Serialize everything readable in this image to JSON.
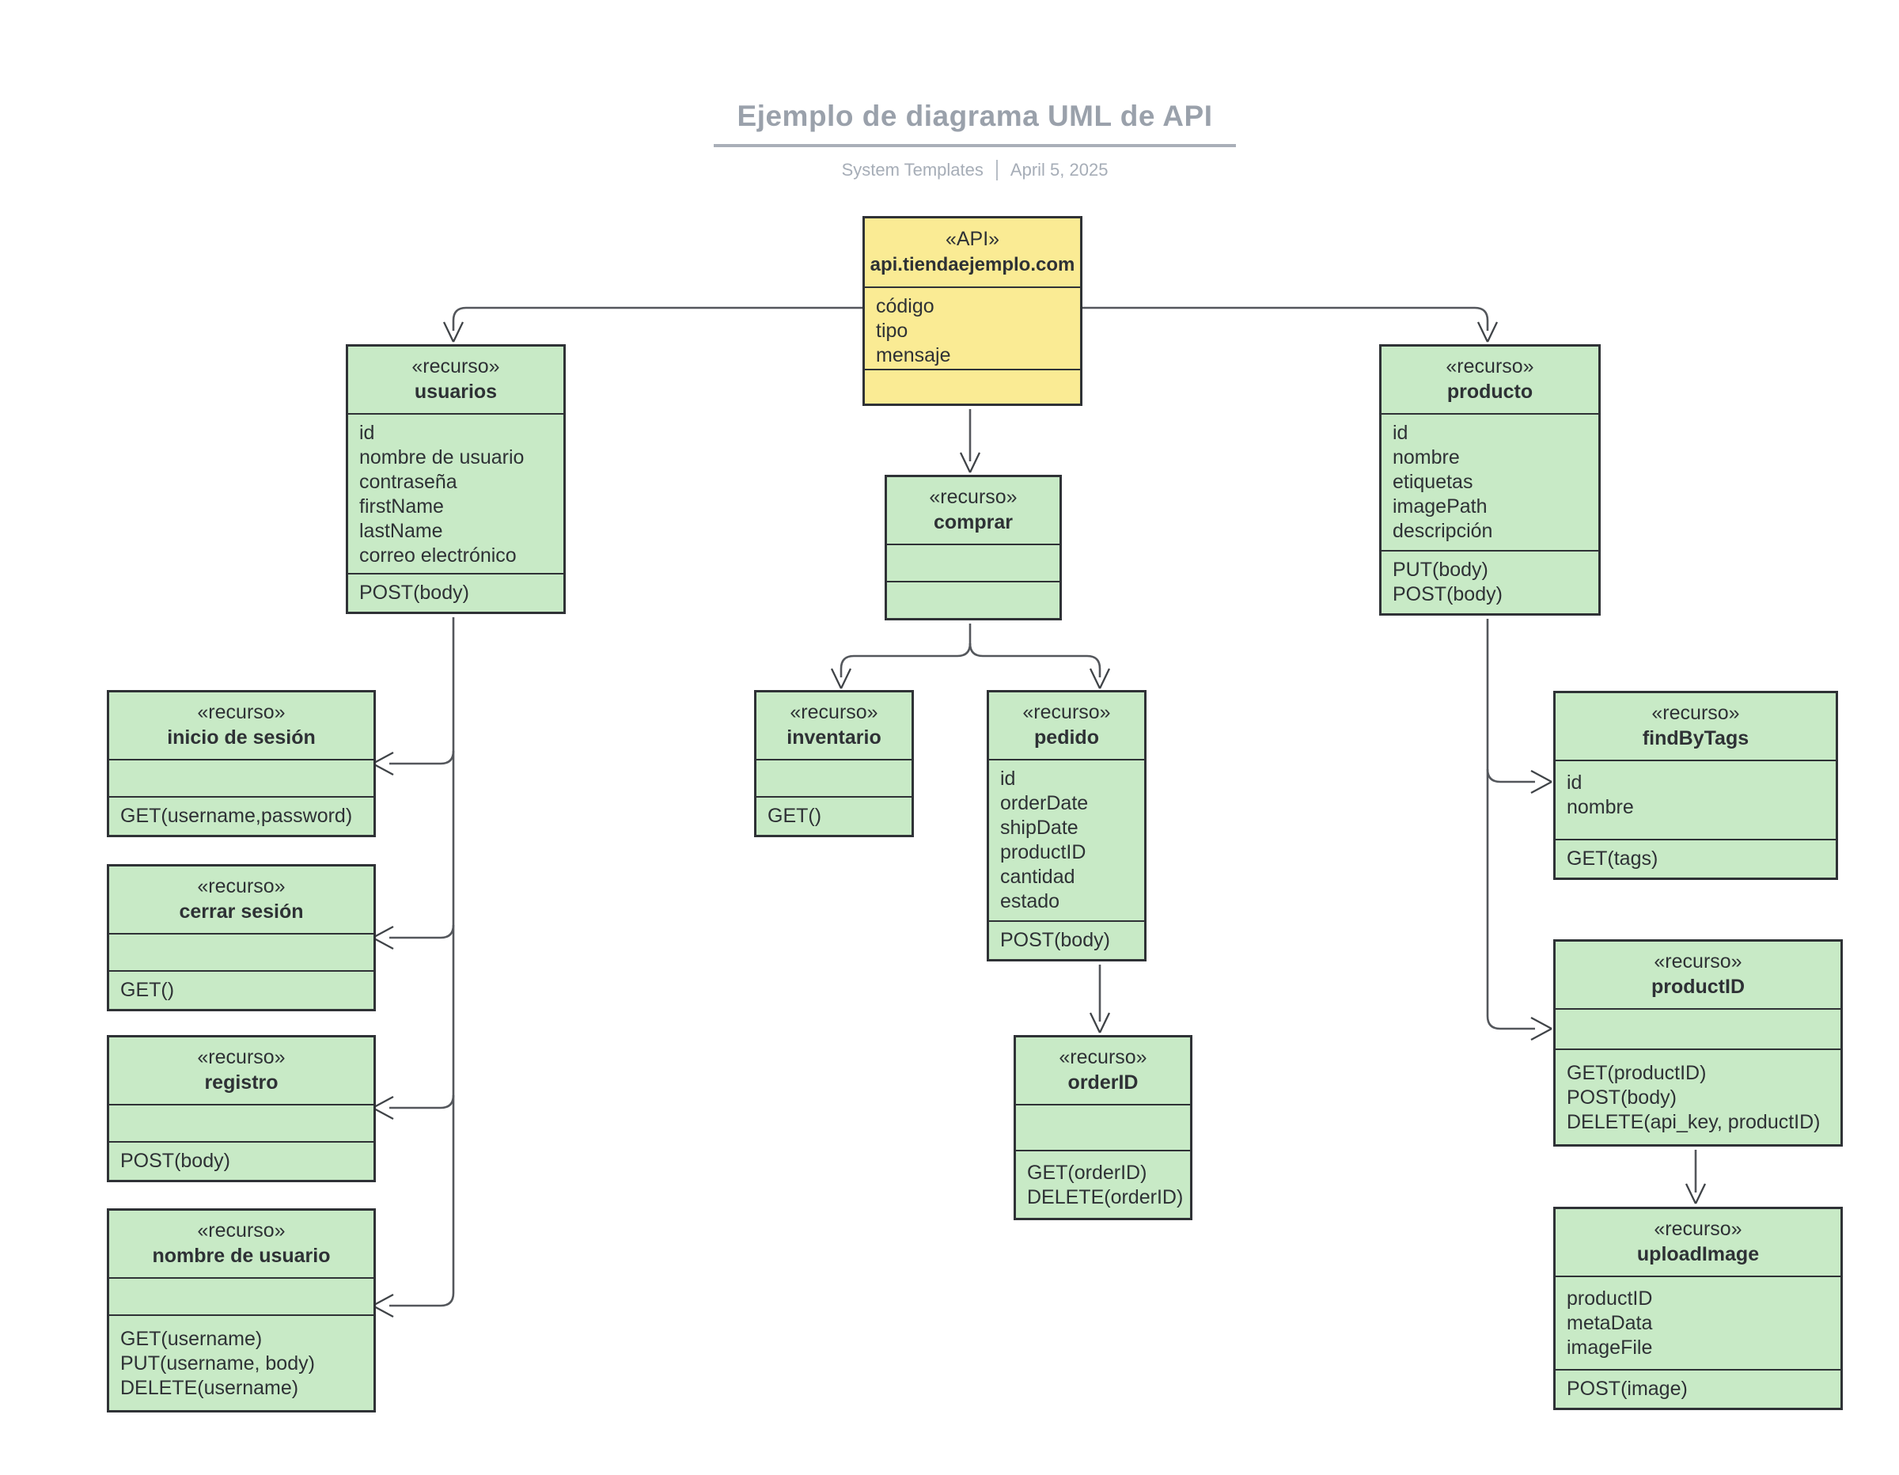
{
  "header": {
    "title": "Ejemplo de diagrama UML de API",
    "byline": "System Templates",
    "date": "April 5, 2025"
  },
  "colors": {
    "api_fill": "#faeb94",
    "resource_fill": "#c8eac6",
    "box_border": "#2f3236",
    "connector": "#54575c",
    "title_gray": "#9aa1ab",
    "subtitle_gray": "#a6adb7",
    "background": "#ffffff"
  },
  "nodes": {
    "api": {
      "stereotype": "«API»",
      "name": "api.tiendaejemplo.com",
      "attributes": [
        "código",
        "tipo",
        "mensaje"
      ],
      "methods": []
    },
    "usuarios": {
      "stereotype": "«recurso»",
      "name": "usuarios",
      "attributes": [
        "id",
        "nombre de usuario",
        "contraseña",
        "firstName",
        "lastName",
        "correo electrónico"
      ],
      "methods": [
        "POST(body)"
      ]
    },
    "comprar": {
      "stereotype": "«recurso»",
      "name": "comprar",
      "attributes": [],
      "methods": []
    },
    "producto": {
      "stereotype": "«recurso»",
      "name": "producto",
      "attributes": [
        "id",
        "nombre",
        "etiquetas",
        "imagePath",
        "descripción"
      ],
      "methods": [
        "PUT(body)",
        "POST(body)"
      ]
    },
    "inicio": {
      "stereotype": "«recurso»",
      "name": "inicio de sesión",
      "attributes": [],
      "methods": [
        "GET(username,password)"
      ]
    },
    "cerrar": {
      "stereotype": "«recurso»",
      "name": "cerrar sesión",
      "attributes": [],
      "methods": [
        "GET()"
      ]
    },
    "registro": {
      "stereotype": "«recurso»",
      "name": "registro",
      "attributes": [],
      "methods": [
        "POST(body)"
      ]
    },
    "nombre": {
      "stereotype": "«recurso»",
      "name": "nombre de usuario",
      "attributes": [],
      "methods": [
        "GET(username)",
        "PUT(username, body)",
        "DELETE(username)"
      ]
    },
    "inventario": {
      "stereotype": "«recurso»",
      "name": "inventario",
      "attributes": [],
      "methods": [
        "GET()"
      ]
    },
    "pedido": {
      "stereotype": "«recurso»",
      "name": "pedido",
      "attributes": [
        "id",
        "orderDate",
        "shipDate",
        "productID",
        "cantidad",
        "estado"
      ],
      "methods": [
        "POST(body)"
      ]
    },
    "orderid": {
      "stereotype": "«recurso»",
      "name": "orderID",
      "attributes": [],
      "methods": [
        "GET(orderID)",
        "DELETE(orderID)"
      ]
    },
    "findbytags": {
      "stereotype": "«recurso»",
      "name": "findByTags",
      "attributes": [
        "id",
        "nombre"
      ],
      "methods": [
        "GET(tags)"
      ]
    },
    "productid": {
      "stereotype": "«recurso»",
      "name": "productID",
      "attributes": [],
      "methods": [
        "GET(productID)",
        "POST(body)",
        "DELETE(api_key, productID)"
      ]
    },
    "uploadimage": {
      "stereotype": "«recurso»",
      "name": "uploadImage",
      "attributes": [
        "productID",
        "metaData",
        "imageFile"
      ],
      "methods": [
        "POST(image)"
      ]
    }
  },
  "edges": [
    {
      "from": "api",
      "to": "usuarios"
    },
    {
      "from": "api",
      "to": "comprar"
    },
    {
      "from": "api",
      "to": "producto"
    },
    {
      "from": "usuarios",
      "to": "inicio"
    },
    {
      "from": "usuarios",
      "to": "cerrar"
    },
    {
      "from": "usuarios",
      "to": "registro"
    },
    {
      "from": "usuarios",
      "to": "nombre"
    },
    {
      "from": "comprar",
      "to": "inventario"
    },
    {
      "from": "comprar",
      "to": "pedido"
    },
    {
      "from": "pedido",
      "to": "orderid"
    },
    {
      "from": "producto",
      "to": "findbytags"
    },
    {
      "from": "producto",
      "to": "productid"
    },
    {
      "from": "productid",
      "to": "uploadimage"
    }
  ]
}
